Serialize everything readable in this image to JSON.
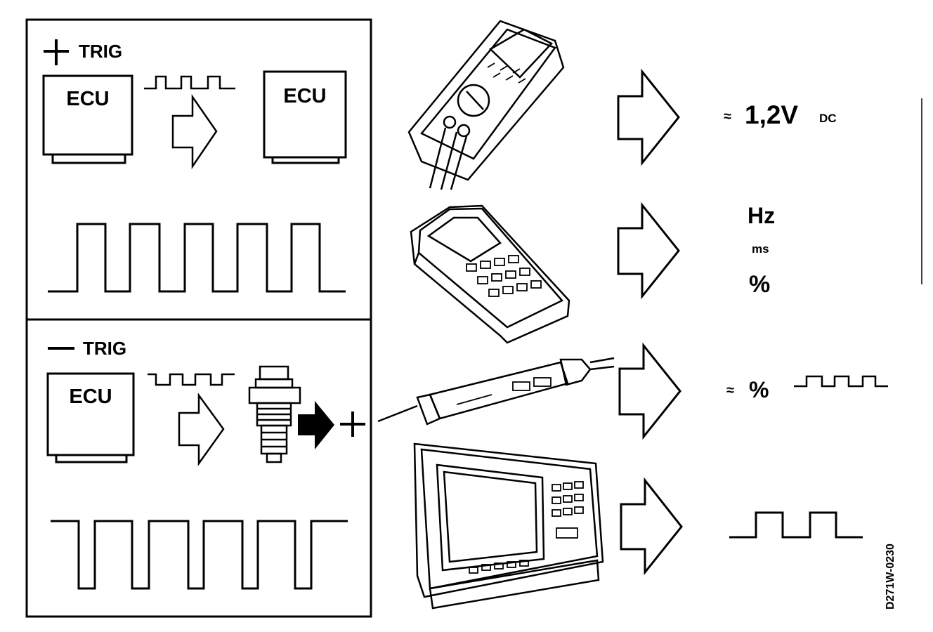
{
  "panels": {
    "pos_trig": {
      "sign": "+",
      "label": "TRIG",
      "ecu_left": "ECU",
      "ecu_right": "ECU"
    },
    "neg_trig": {
      "sign": "—",
      "label": "TRIG",
      "ecu": "ECU",
      "plus": "+"
    }
  },
  "readings": {
    "multimeter": {
      "approx": "≈",
      "value": "1,2V",
      "unit": "DC"
    },
    "tester": {
      "hz": "Hz",
      "ms": "ms",
      "pct": "%"
    },
    "probe": {
      "approx": "≈",
      "pct": "%"
    }
  },
  "ref_code": "D271W-0230"
}
